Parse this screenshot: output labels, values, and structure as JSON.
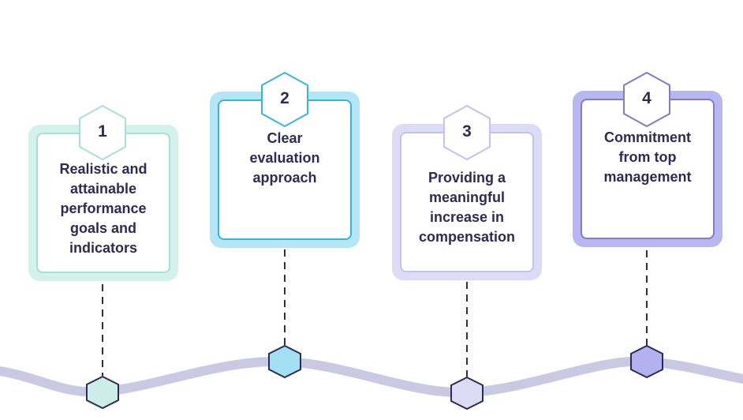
{
  "diagram": {
    "title": "",
    "steps": [
      {
        "number": "1",
        "text": "Realistic and\nattainable\nperformance\ngoals and\nindicators",
        "fill": "#d4f1ec",
        "inner_border": "#a9dfd6",
        "hex_border": "#a9dfd6",
        "dot_fill": "#cdeee8"
      },
      {
        "number": "2",
        "text": "Clear\nevaluation\napproach",
        "fill": "#b5e6f5",
        "inner_border": "#38b5d6",
        "hex_border": "#38b5d6",
        "dot_fill": "#a3dff2"
      },
      {
        "number": "3",
        "text": "Providing a\nmeaningful\nincrease in\ncompensation",
        "fill": "#dcdcf7",
        "inner_border": "#c2c2ee",
        "hex_border": "#c2c2ee",
        "dot_fill": "#dcdcf7"
      },
      {
        "number": "4",
        "text": "Commitment\nfrom top\nmanagement",
        "fill": "#b9b7f0",
        "inner_border": "#7f7cc9",
        "hex_border": "#7f7cc9",
        "dot_fill": "#b4b1f0"
      }
    ],
    "colors": {
      "wave": "#c9c9e4",
      "dash": "#2c2c52",
      "dot_stroke": "#2c2c52"
    }
  }
}
